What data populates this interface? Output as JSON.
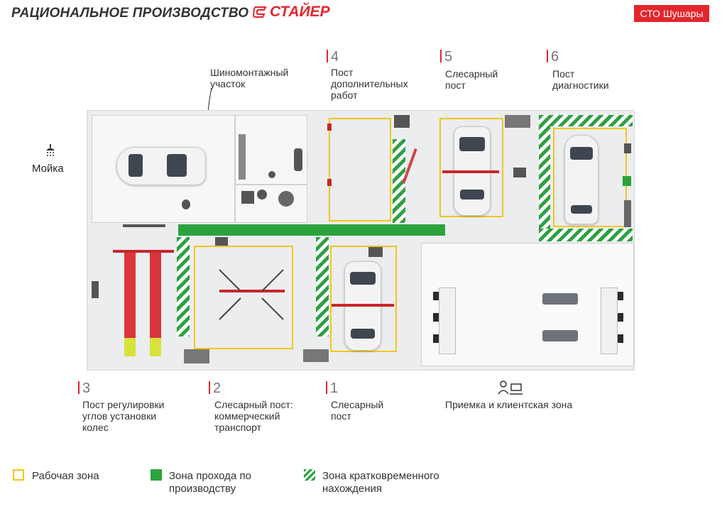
{
  "header": {
    "title": "РАЦИОНАЛЬНОЕ ПРОИЗВОДСТВО",
    "brand": "СТАЙЕР",
    "badge": "СТО Шушары"
  },
  "zones": {
    "wash": {
      "label": "Мойка",
      "icon": "shower-icon"
    },
    "tire": {
      "label": "Шиномонтажный участок"
    },
    "post4": {
      "number": "4",
      "label": "Пост дополнительных работ"
    },
    "post5": {
      "number": "5",
      "label": "Слесарный пост"
    },
    "post6": {
      "number": "6",
      "label": "Пост диагностики"
    },
    "post3": {
      "number": "3",
      "label": "Пост регулировки углов установки колес"
    },
    "post2": {
      "number": "2",
      "label": "Слесарный пост: коммерческий транспорт"
    },
    "post1": {
      "number": "1",
      "label": "Слесарный пост"
    },
    "reception": {
      "label": "Приемка и клиентская зона",
      "icon": "reception-desk-icon"
    }
  },
  "legend": [
    {
      "label": "Рабочая зона",
      "color": "#f4c51a",
      "kind": "outline"
    },
    {
      "label": "Зона прохода по производству",
      "color": "#2aa33d",
      "kind": "fill"
    },
    {
      "label": "Зона кратковременного нахождения",
      "color": "#2ea043",
      "kind": "hatch"
    }
  ],
  "colors": {
    "accent": "#e3262d",
    "lift": "#c8262d",
    "zone": "#f4c51a",
    "path": "#2aa33d"
  }
}
